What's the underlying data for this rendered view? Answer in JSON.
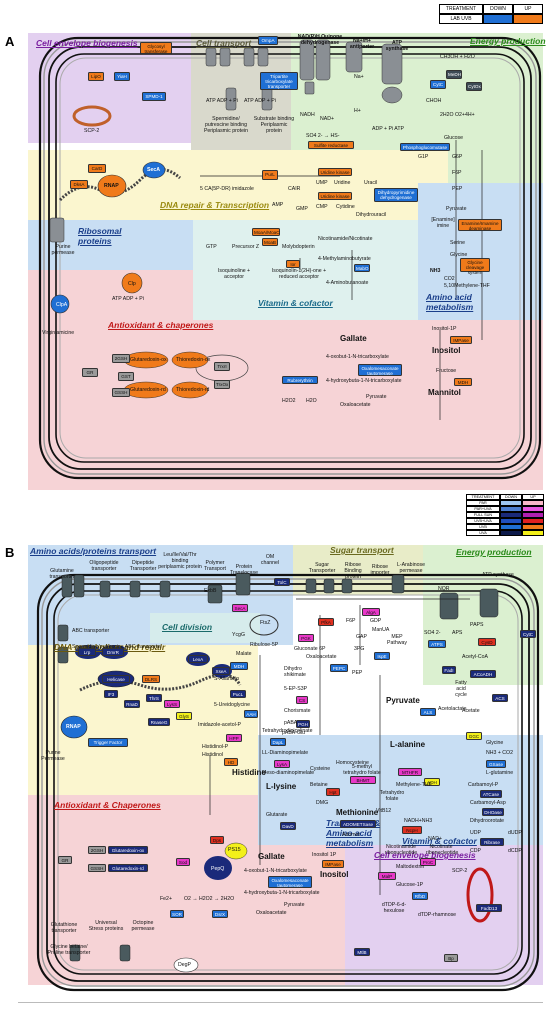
{
  "panelA": {
    "letter": "A",
    "legend": {
      "treatment": "TREATMENT",
      "down": "DOWN",
      "up": "UP",
      "row": "LAB UVB",
      "down_color": "#1f6fd4",
      "up_color": "#f07a1a"
    },
    "regions": {
      "envelope": "Cell envelope biogenesis",
      "transport": "Cell transport",
      "energy": "Energy production",
      "dna": "DNA repair & Transcription",
      "ribosomal": "Ribosomal proteins",
      "vitamin": "Vitamin & cofactor",
      "amino": "Amino acid metabolism",
      "antiox": "Antioxidant & chaperones"
    },
    "boxes": {
      "glycosyl": "Glycosyl transferase",
      "lipo": "LipO",
      "yiah": "YiaH",
      "spmdf": "SPMD-1",
      "scp2": "SCP-2",
      "ompa": "OmpA",
      "tripartite": "Tripartite tricarboxylate transporter",
      "carp": "CarD",
      "dnka": "DksA",
      "rnap": "RNAP",
      "seca": "SecA",
      "purl": "PurL",
      "uridine_kinase": "Uridine kinase",
      "uridine_kinase2": "Uridine kinase",
      "dihydro": "Dihydropyrimidine dehydrogenase",
      "moaa": "MoaA/MoaC",
      "moab": "MoaB",
      "ior": "Ior",
      "mabo": "MabO",
      "clpa": "ClpA",
      "clp": "Clp",
      "sulfite": "Sulfite reductase",
      "phospho": "Phosphoglucomutase",
      "enamine": "Enamine/Imamine deaminase",
      "glycine_cleavage": "Glycine cleavage system",
      "impase": "IMPase",
      "mdh": "MDH",
      "oxalo": "Oxalomesaconate tautomerase",
      "rubrerythrin": "Rubrerythrin",
      "gr": "GR",
      "gst": "GST",
      "gssh": "GSSH",
      "twogsh": "2GSH",
      "glutaredoxin": "Glutaredoxin-ox",
      "glutaredoxin2": "Glutaredoxin-rd",
      "thioredoxin": "Thioredoxin-ox",
      "thioredoxin2": "Thioredoxin-rd",
      "trxrd": "TrxrI",
      "trxox": "TrxOx",
      "nadh_dh": "NAD(P)H Quinone dehydrogenase",
      "antiporter": "Na+/H+ antiporter",
      "atp_synthase": "ATP synthase",
      "cyto": "CytC",
      "medh": "MeDH",
      "cyto2": "CytOx"
    },
    "labels": {
      "spermidine": "Spermidine/ putrescine binding Periplasmic protein",
      "substrate": "Substrate binding Periplasmic protein",
      "atp1": "ATP ADP + Pi",
      "atp2": "ATP ADP + Pi",
      "nadh": "NADH",
      "nad": "NAD+",
      "na": "Na+",
      "hplus": "H+",
      "so4": "SO4 2- → HS-",
      "ch3oh": "CH3OH + H2O",
      "choh": "CHOH",
      "h2o": "2H2O  O2+4H+",
      "adp_atp": "ADP + Pi   ATP",
      "glucose": "Glucose",
      "g1p": "G1P",
      "g6p": "G6P",
      "f6p": "F6P",
      "pep": "PEP",
      "pyruvate": "Pyruvate",
      "enamine_imine": "[Enamine] imine",
      "serine": "Serine",
      "glycine": "Glycine",
      "nh3": "NH3",
      "co2": "CO2",
      "thf": "5,10Methylene-THF",
      "caimp": "5 CA(5P-DR) imidazole",
      "cair": "CAIR",
      "amp": "AMP",
      "gmp": "GMP",
      "ump": "UMP",
      "uridine": "Uridine",
      "uracil": "Uracil",
      "cmp": "CMP",
      "cytidine": "Cytidine",
      "dihydrouracil": "Dihydrouracil",
      "gtp": "GTP",
      "precursor": "Precursor Z",
      "molybdopterin": "Molybdopterin",
      "isoquinoline": "Isoquinoline + acceptor",
      "isoquinolone": "Isoquinolin-1(2H)-one + reduced acceptor",
      "nicotinamide": "Nicotinamide/Nicotinate",
      "methylamino": "4-Methylaminobutyrate",
      "aminobutanoate": "4-Aminobutanoate",
      "purine": "Purine permease",
      "virginiamicine": "Virginiamicine",
      "inositol1p": "Inositol-1P",
      "inositol": "Inositol",
      "fructose": "Fructose",
      "mannitol": "Mannitol",
      "gallate": "Gallate",
      "oxobut": "4-oxobut-1-N-tricarboxylate",
      "hydroxybuta": "4-hydroxybuta-1-N-tricarboxylate",
      "pyruvate2": "Pyruvate",
      "oxaloacetate": "Oxaloacetate",
      "h2o2": "H2O2",
      "h2o_2": "H2O",
      "atp_adp3": "ATP  ADP + Pi"
    }
  },
  "panelB": {
    "letter": "B",
    "legend": {
      "header": [
        "TREATMENT",
        "DOWN",
        "UP"
      ],
      "rows": [
        {
          "name": "PAR",
          "down": "#9fc5f0",
          "up": "#f8b7c8"
        },
        {
          "name": "PAR+UVA",
          "down": "#4d7ed0",
          "up": "#e858e0"
        },
        {
          "name": "FULL SUN",
          "down": "#1a2a7a",
          "up": "#b020b0"
        },
        {
          "name": "UVB+UVA",
          "down": "#2050c0",
          "up": "#e02020"
        },
        {
          "name": "UVB",
          "down": "#1f6fd4",
          "up": "#f07a1a"
        },
        {
          "name": "UVA",
          "down": "#0c1a4a",
          "up": "#f3f01a"
        }
      ]
    },
    "regions": {
      "amino_transport": "Amino acids/proteins transport",
      "sugar": "Sugar transport",
      "energy": "Energy production",
      "division": "Cell division",
      "dna": "DNA metabolism and repair",
      "antiox": "Antioxidant & Chaperones",
      "translation": "Translation & Amino acid metabolism",
      "vitamin": "Vitamin & cofactor",
      "envelope": "Cell envelope biogenesis"
    },
    "boxes": {
      "lrp": "Lrp",
      "dmr": "DmrR",
      "lexa": "LexA",
      "xsea": "XseA",
      "helicase": "Helicase",
      "dlrs": "DLRS",
      "rnap": "RNAP",
      "if3": "IF3",
      "rnad": "RnaD",
      "thrs": "ThrS",
      "lyss": "LysS",
      "glys": "GlyS",
      "rnaseg": "RnaseG",
      "trigger": "Trigger Factor",
      "gr": "GR",
      "gssh": "GSSH",
      "twogsh": "2GSH",
      "glutaredoxin": "Glutaredoxin-ox",
      "glutaredoxin2": "Glutaredoxin-rd",
      "ps15": "PS15",
      "pepq": "PepQ",
      "dps": "Dps",
      "sod": "Sod",
      "sor": "SOR",
      "dsrx": "DsrX",
      "mdh": "MDH",
      "pucl": "PucL",
      "aah": "AAH",
      "hpp": "HPP",
      "hd": "HD",
      "dapl": "DapL",
      "lys": "LysA",
      "davd": "DavD",
      "pgh": "PGH",
      "cs": "CS",
      "pfka": "PfkA",
      "pgk": "PGK",
      "pepc": "PEPC",
      "alga": "AlgA",
      "ispe": "IspE",
      "ats": "ATPS",
      "cys": "CysD",
      "fadi": "FadI",
      "acadh": "ACoADH",
      "acs": "ACS",
      "als": "ALS",
      "ggc": "GGC",
      "gsase": "GSase",
      "atcase": "ATCase",
      "dhoase": "DHOase",
      "ribrase": "Ribrase",
      "dtmk": "DtMK",
      "adh": "ADH",
      "mthfr": "MTHFR",
      "bhmt": "BHMT",
      "hpt": "Hpt",
      "adomet": "ADOMETSase",
      "metk": "MetK",
      "ncph": "NcpH",
      "proc": "ProC",
      "impase": "IMPase",
      "oxalo": "Oxalomesaconate tautomerase",
      "malp": "MalP",
      "rfbd": "RfbD",
      "fadd": "FadD13",
      "mtlb": "MtlB",
      "degp": "DegP",
      "bp": "Bp",
      "tolc": "TolC",
      "cyto": "CytC",
      "omp": "OM channel",
      "seca": "SecA"
    },
    "labels": {
      "glutamine": "Glutamine transporter",
      "oligopeptide": "Oligopeptide transporter",
      "dipeptide": "Dipeptide Transporter",
      "leu": "Leu/Ile/Val/Thr binding periplasmic protein",
      "polymer": "Polymer Transport",
      "protein_transl": "Protein Translocase",
      "om_channel": "OM channel",
      "exbb": "ExbB",
      "abc": "ABC transporter",
      "spermidine": "Spermidine/putrescine ABC transporter",
      "sugar_tr": "Sugar Transporter",
      "ribose": "Ribose Binding protein",
      "ribose_imp": "Ribose importer",
      "arabinose": "L-Arabinose permease",
      "nqr": "NQR",
      "atp_syn": "ATP synthase",
      "ftsz": "FtsZ",
      "ycgg": "YcgG",
      "ribulose": "Ribulose-5P",
      "g6p": "Gluconate 6P",
      "f6p": "F6P",
      "gap": "GAP",
      "3pg": "3PG",
      "pep": "PEP",
      "pyruvate": "Pyruvate",
      "oxaloacetate": "Oxaloacetate",
      "malate": "Malate",
      "acetyl": "Acetyl-CoA",
      "acetate": "Acetate",
      "acetolactate": "Acetolactate",
      "l_alanine": "L-alanine",
      "methionine": "Methionine",
      "homocysteine": "Homocysteine",
      "cysteine": "Cysteine",
      "betaine": "Betaine",
      "dmg": "DMG",
      "adomet_l": "Adomet",
      "histidine": "Histidine",
      "lysine": "L-lysine",
      "glutarate": "Glutarate",
      "diaminopimelate": "LL-Diaminopimelate",
      "meso": "Meso-diaminopimelate",
      "chorismate": "Chorismate",
      "dihydro": "Dihydro shikimate",
      "e3p": "5-EP-S3P",
      "pabaglu": "pABA-Glu",
      "paba": "pABA",
      "allantoin": "S-Allantoin",
      "ureidoglycine": "5-Ureidoglycine",
      "imidazole": "Imidazole-acetol-P",
      "histidinol": "Histidinol-P",
      "histidinol2": "Histidinol",
      "thdp": "Tetrahydrodipicolinate",
      "gallate": "Gallate",
      "inositol1p": "Inositol 1P",
      "inositol": "Inositol",
      "oxobut": "4-oxobut-1-N-tricarboxylate",
      "hydroxy": "4-hydroxybuta-1-N-tricarboxylate",
      "pyr2": "Pyruvate",
      "oxa2": "Oxaloacetate",
      "glutathione": "Glutathione transporter",
      "universal": "Universal Stress proteins",
      "octopine": "Octopine permease",
      "glycine_betaine": "Glycine betaine/ Proline transporter",
      "maltodextrin": "Maltodextrin",
      "glucose1p": "Glucose-1P",
      "dtdp": "dTDP-6-d-hexulose",
      "dtdp_rham": "dTDP-rhamnose",
      "scp2": "SCP-2",
      "nh3": "NH3 + CO2",
      "glutamine2": "L-glutamine",
      "carbamoyl": "Carbamoyl-P",
      "carb_asp": "Carbamoyl-Asp",
      "dihydroorotate": "Dihydroorotate",
      "udp": "UDP",
      "dudp": "dUDP",
      "cdp": "CDP",
      "dcdp": "dCDP",
      "glycine": "Glycine",
      "so4": "SO4 2-",
      "aps": "APS",
      "paps": "PAPS",
      "gdp": "GDP",
      "manua": "ManUA",
      "mep": "MEP Pathway",
      "purine": "Purine Permease",
      "nadplus": "NAD+",
      "nadh_nh3": "NADH+NH3",
      "nicotinamide": "Nicotinamide ribonucleotide",
      "nicotinate": "Nicotinate ribonucleotide",
      "thf": "Methylene-THF",
      "tetrahydro": "Tetrahydro folate",
      "methyl_thf": "5-methyl tetrahydro folate",
      "b12": "VitB12",
      "fatty": "Fatty acid cycle",
      "atp_adp": "ATP ADP+Pi",
      "fe": "Fe2+",
      "o2": "O2 → H2O2 → 2H2O",
      "purine_permease": "Purine Permease"
    }
  }
}
